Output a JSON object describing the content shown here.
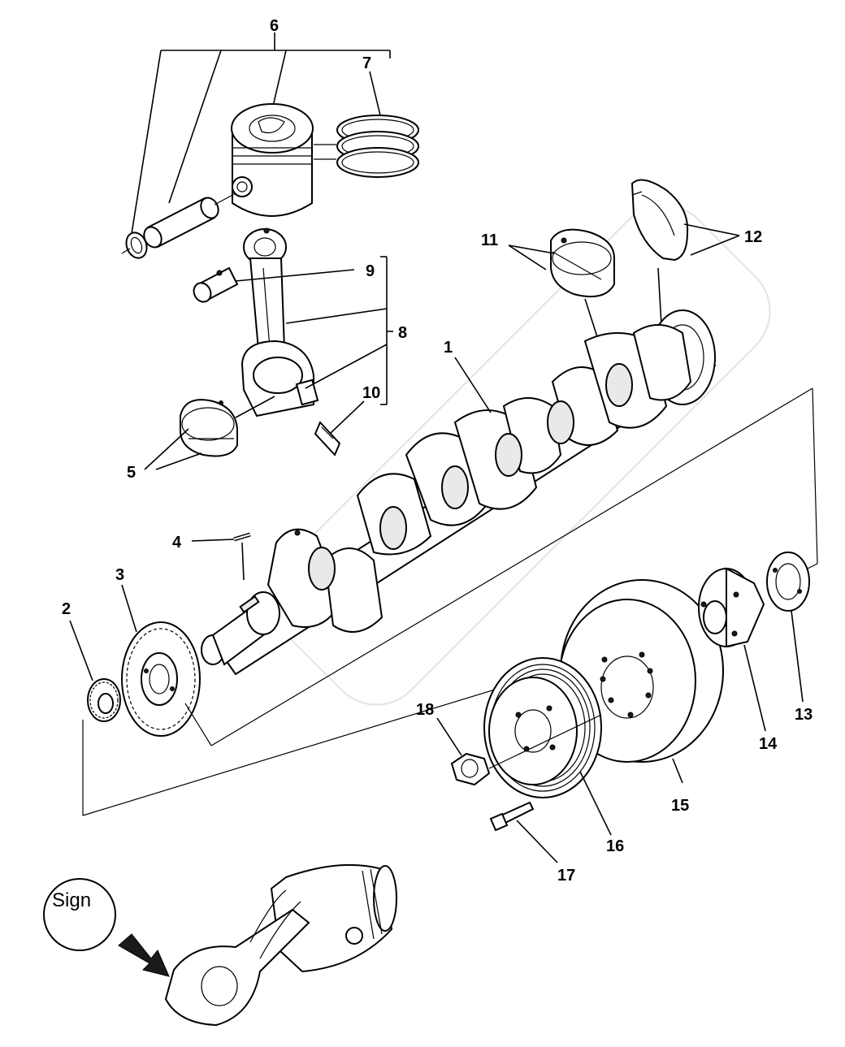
{
  "callouts": {
    "c1": "1",
    "c2": "2",
    "c3": "3",
    "c4": "4",
    "c5": "5",
    "c6": "6",
    "c7": "7",
    "c8": "8",
    "c9": "9",
    "c10": "10",
    "c11": "11",
    "c12": "12",
    "c13": "13",
    "c14": "14",
    "c15": "15",
    "c16": "16",
    "c17": "17",
    "c18": "18"
  },
  "sign_label": "Sign",
  "colors": {
    "line": "#000000",
    "background": "#ffffff",
    "arrow": "#1a1a1a"
  }
}
